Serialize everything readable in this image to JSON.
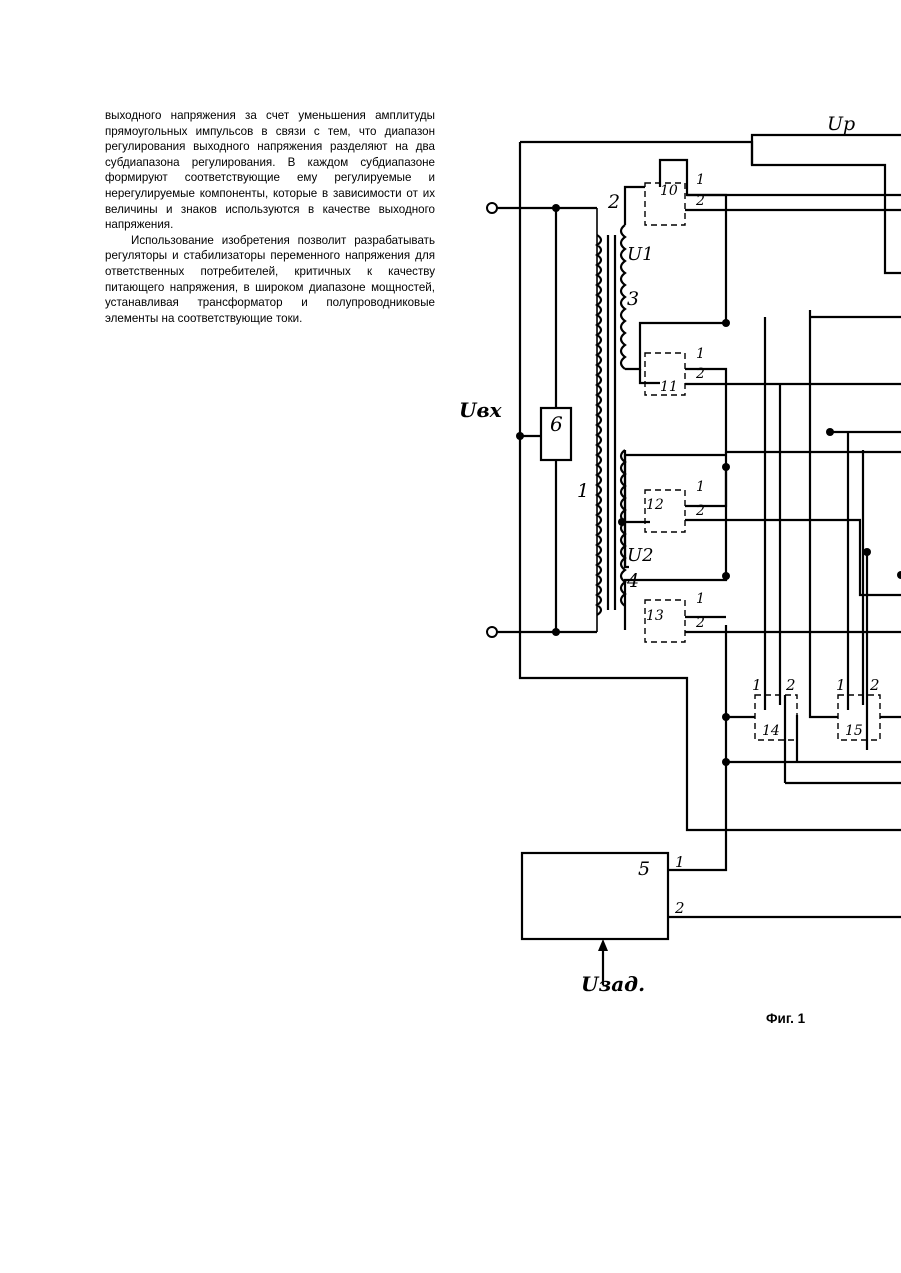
{
  "text": {
    "paragraph_1": "выходного напряжения за счет уменьшения амплитуды прямоугольных импульсов в связи с тем, что диапазон регулирования выходного напряжения разделяют на два субдиапазона регулирования. В каждом субдиапазоне формируют соответствующие ему регулируемые и нерегулируемые компоненты, которые в зависимости от их величины и знаков используются в качестве выходного напряжения.",
    "paragraph_2": "Использование изобретения позволит разрабатывать регуляторы и стабилизаторы переменного напряжения для ответственных потребителей, критичных к качеству питающего напряжения, в широком диапазоне мощностей, устанавливая трансформатор и полупроводниковые элементы на соответствующие токи."
  },
  "figure": {
    "caption": "Фиг. 1",
    "labels": {
      "u_out": "Uр",
      "u_in": "Uвх",
      "u_set": "Uзад.",
      "u1": "U1",
      "u2": "U2",
      "winding_1": "1",
      "winding_2": "2",
      "winding_3": "3",
      "winding_4": "4",
      "block_5": "5",
      "block_6": "6",
      "switch_10": "10",
      "switch_11": "11",
      "switch_12": "12",
      "switch_13": "13",
      "switch_14": "14",
      "switch_15": "15",
      "pin_1": "1",
      "pin_2": "2"
    }
  }
}
